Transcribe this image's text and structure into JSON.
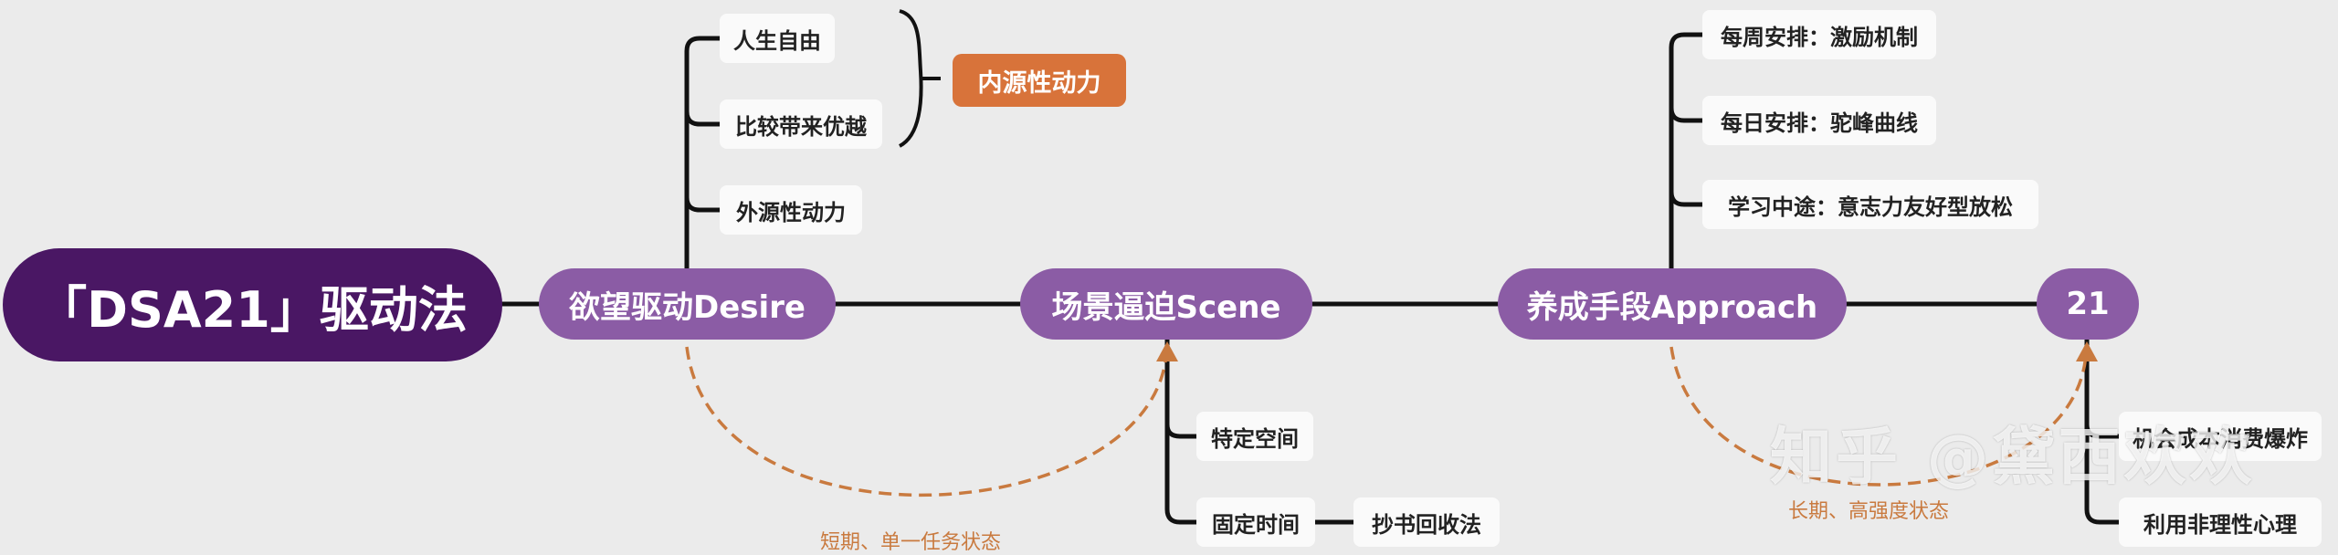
{
  "root": "「DSA21」驱动法",
  "main_nodes": {
    "desire": "欲望驱动Desire",
    "scene": "场景逼迫Scene",
    "approach": "养成手段Approach",
    "twentyone": "21"
  },
  "desire_children": [
    "人生自由",
    "比较带来优越",
    "外源性动力"
  ],
  "desire_bracket_label": "内源性动力",
  "scene_children": [
    "特定空间",
    "固定时间"
  ],
  "scene_grandchild": "抄书回收法",
  "approach_children": [
    "每周安排：激励机制",
    "每日安排：驼峰曲线",
    "学习中途：意志力友好型放松"
  ],
  "twentyone_children": [
    "机会成本消费爆炸",
    "利用非理性心理"
  ],
  "edge_labels": {
    "desire_to_scene": "短期、单一任务状态",
    "approach_to_21": "长期、高强度状态"
  },
  "watermark": "知乎 @黛西欢欢",
  "colors": {
    "root": "#4a1764",
    "main": "#8b5ca5",
    "tag": "#d8733a",
    "dashed": "#c97a3f",
    "line": "#111111",
    "background": "#ebebeb"
  }
}
